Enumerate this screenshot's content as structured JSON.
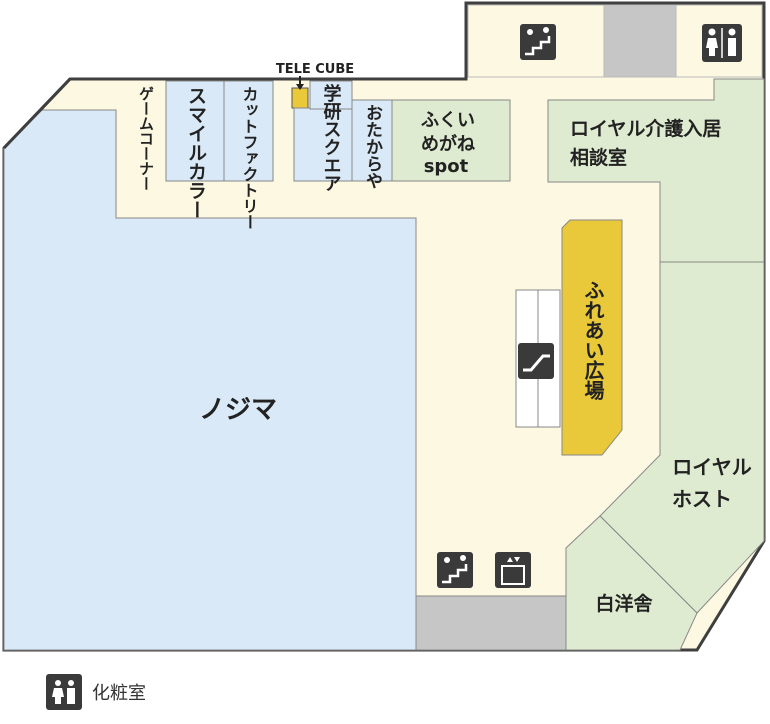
{
  "floor": {
    "telecube_label": "TELE CUBE",
    "stores": {
      "nojima": "ノジマ",
      "game_corner": "ゲームコーナー",
      "smile_color": "スマイルカラー",
      "cut_factory": "カットファクトリー",
      "gakken_square": "学研スクエア",
      "otakaraya": "おたからや",
      "fukui_megane_line1": "ふくい",
      "fukui_megane_line2": "めがね",
      "fukui_megane_line3": "spot",
      "royal_kaigo_line1": "ロイヤル介護入居",
      "royal_kaigo_line2": "相談室",
      "fureai_hiroba": "ふれあい広場",
      "royal_host_line1": "ロイヤル",
      "royal_host_line2": "ホスト",
      "hakuyosha": "白洋舎"
    },
    "icons": [
      "stairs-icon",
      "restroom-icon",
      "escalator-icon",
      "elevator-icon"
    ]
  },
  "legend": {
    "restroom_label": "化粧室"
  },
  "colors": {
    "corridor": "#fcf8e2",
    "nojima": "#d9e9f7",
    "small_store": "#d9e9f7",
    "green_store": "#deebd1",
    "gray_area": "#c6c6c6",
    "fureai": "#e9c83a",
    "outline": "#3f3f3f",
    "icon_bg": "#3a3a3a"
  }
}
